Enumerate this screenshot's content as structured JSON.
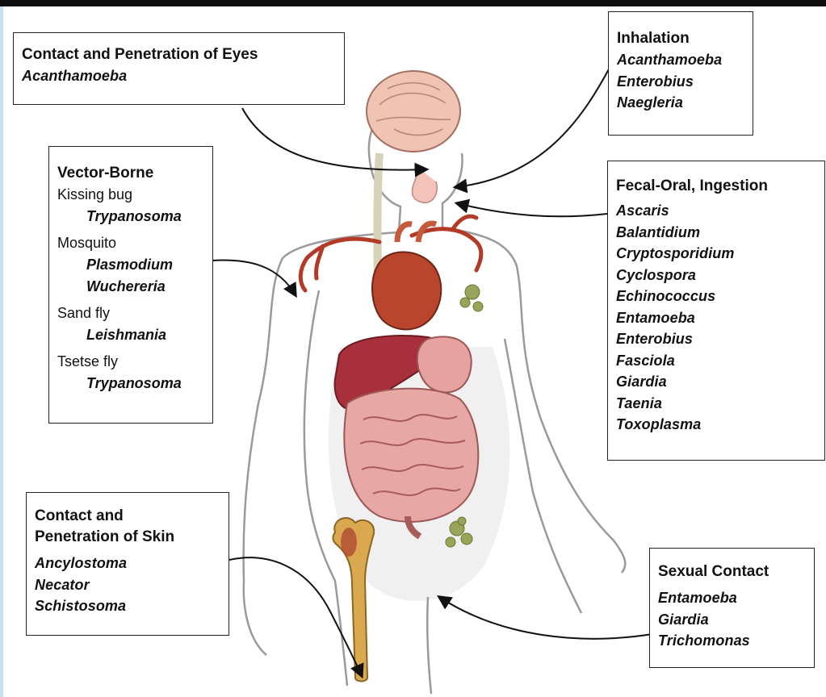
{
  "boxes": {
    "eyes": {
      "title": "Contact and Penetration of Eyes",
      "organisms": [
        "Acanthamoeba"
      ]
    },
    "inhalation": {
      "title": "Inhalation",
      "organisms": [
        "Acanthamoeba",
        "Enterobius",
        "Naegleria"
      ]
    },
    "vector": {
      "title": "Vector-Borne",
      "groups": [
        {
          "vector": "Kissing bug",
          "organisms": [
            "Trypanosoma"
          ]
        },
        {
          "vector": "Mosquito",
          "organisms": [
            "Plasmodium",
            "Wuchereria"
          ]
        },
        {
          "vector": "Sand fly",
          "organisms": [
            "Leishmania"
          ]
        },
        {
          "vector": "Tsetse fly",
          "organisms": [
            "Trypanosoma"
          ]
        }
      ]
    },
    "fecal": {
      "title": "Fecal-Oral, Ingestion",
      "organisms": [
        "Ascaris",
        "Balantidium",
        "Cryptosporidium",
        "Cyclospora",
        "Echinococcus",
        "Entamoeba",
        "Enterobius",
        "Fasciola",
        "Giardia",
        "Taenia",
        "Toxoplasma"
      ]
    },
    "skin": {
      "title_line1": "Contact and",
      "title_line2": "Penetration of Skin",
      "organisms": [
        "Ancylostoma",
        "Necator",
        "Schistosoma"
      ]
    },
    "sexual": {
      "title": "Sexual Contact",
      "organisms": [
        "Entamoeba",
        "Giardia",
        "Trichomonas"
      ]
    }
  },
  "icons": [
    "brain-icon",
    "heart-icon",
    "liver-icon",
    "intestines-icon",
    "bone-icon",
    "lymph-node-icon"
  ],
  "colors": {
    "brain": "#e9b8a6",
    "heart": "#b8452c",
    "liver": "#a8303c",
    "intestine": "#e7a7a4",
    "bone": "#d9a84f",
    "arrow": "#111111"
  }
}
